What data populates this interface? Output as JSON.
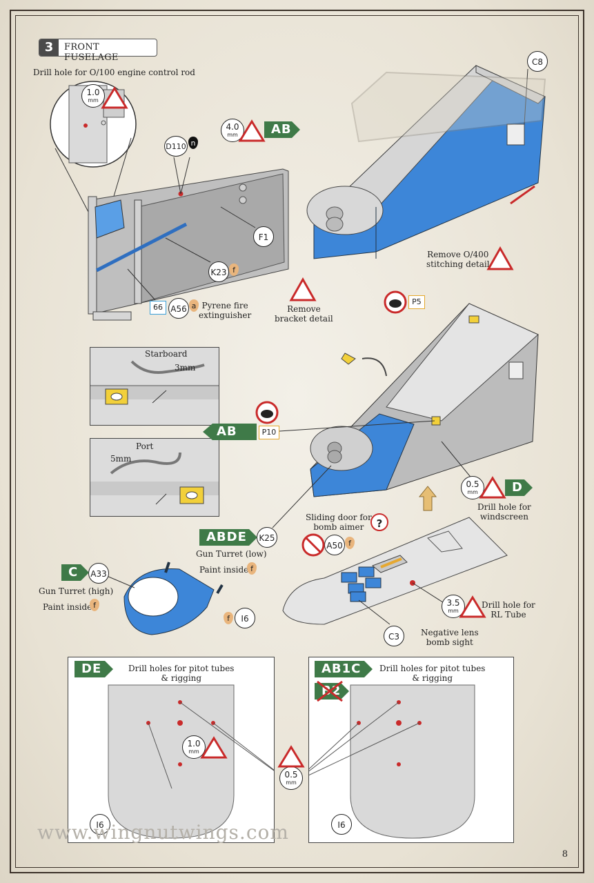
{
  "step": {
    "number": "3",
    "title": "FRONT FUSELAGE"
  },
  "notes": {
    "drill_engine": "Drill hole for O/100 engine control rod",
    "pyrene_line1": "Pyrene fire",
    "pyrene_line2": "extinguisher",
    "remove_bracket_line1": "Remove",
    "remove_bracket_line2": "bracket detail",
    "remove_stitching_line1": "Remove O/400",
    "remove_stitching_line2": "stitching detail",
    "starboard": "Starboard",
    "port": "Port",
    "starboard_mm": "3mm",
    "port_mm": "5mm",
    "drill_windscreen_line1": "Drill hole for",
    "drill_windscreen_line2": "windscreen",
    "sliding_door_line1": "Sliding door for",
    "sliding_door_line2": "bomb aimer",
    "gun_turret_low": "Gun Turret (low)",
    "paint_inside_1": "Paint inside",
    "gun_turret_high": "Gun Turret (high)",
    "paint_inside_2": "Paint inside",
    "drill_rl_line1": "Drill hole for",
    "drill_rl_line2": "RL Tube",
    "neg_lens_line1": "Negative lens",
    "neg_lens_line2": "bomb sight",
    "pitot_left_line1": "Drill holes for pitot tubes",
    "pitot_left_line2": "& rigging",
    "pitot_right_line1": "Drill holes for pitot tubes",
    "pitot_right_line2": "& rigging"
  },
  "parts": {
    "c8": "C8",
    "d110": "D110",
    "f1": "F1",
    "k23": "K23",
    "a56": "A56",
    "box66": "66",
    "p5": "P5",
    "p10": "P10",
    "k25": "K25",
    "a50": "A50",
    "a33": "A33",
    "i6a": "I6",
    "c3": "C3",
    "i6b": "I6",
    "i6c": "I6",
    "question": "?"
  },
  "drills": {
    "d1": {
      "value": "1.0",
      "unit": "mm"
    },
    "d2": {
      "value": "4.0",
      "unit": "mm"
    },
    "d3": {
      "value": "0.5",
      "unit": "mm"
    },
    "d4": {
      "value": "3.5",
      "unit": "mm"
    },
    "d5": {
      "value": "1.0",
      "unit": "mm"
    },
    "d6": {
      "value": "0.5",
      "unit": "mm"
    }
  },
  "tags": {
    "ab_top": "AB",
    "ab_mid": "AB",
    "d": "D",
    "abde": "ABDE",
    "c": "C",
    "de": "DE",
    "ab1c": "AB1C",
    "b2": "B2"
  },
  "paint_codes": {
    "n": "n",
    "f1": "f",
    "a": "a",
    "f2": "f",
    "f3": "f",
    "f4": "f",
    "f5": "f"
  },
  "page_number": "8",
  "watermark": "www.wingnutwings.com",
  "colors": {
    "green_tag": "#3f7a48",
    "blue_part": "#3d86d8",
    "grey_part": "#b5b5b5",
    "warn_red": "#c92a2a",
    "paint_orange": "#e9b57d"
  }
}
